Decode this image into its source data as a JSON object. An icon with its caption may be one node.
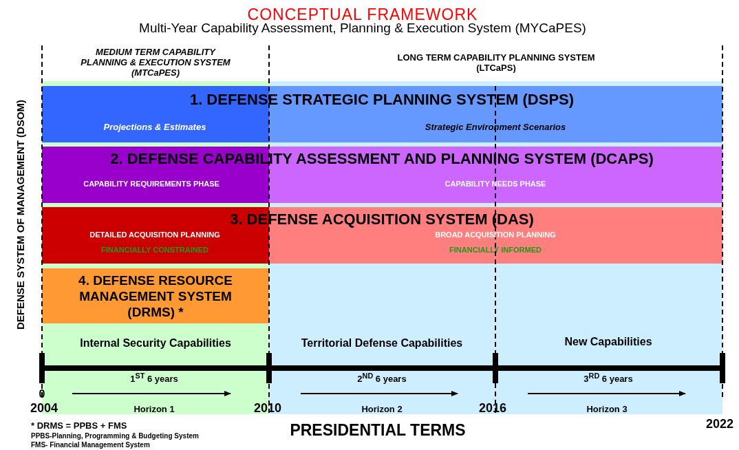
{
  "diagram": {
    "title": "CONCEPTUAL FRAMEWORK",
    "nodes": [
      {
        "text": [
          "MEDIUM TERM CAPABILITY PLANNING & EXECUTION SYSTEM (MTCaPES)"
        ]
      },
      {
        "text": [
          "LONG TERM CAPABILITY PLANNING SYSTEM (LTCaPS)"
        ]
      },
      {
        "text": [
          "1. DEFENSE STRATEGIC PLANNING SYSTEM (DSPS)",
          "Projections & Estimates",
          "Strategic Environment Scenarios"
        ]
      },
      {
        "text": [
          "2. DEFENSE CAPABILITY ASSESSMENT AND PLANNING SYSTEM (DCAPS)",
          "CAPABILITY REQUIREMENTS PHASE",
          "CAPABILITY NEEDS PHASE"
        ]
      },
      {
        "text": [
          "3. DEFENSE ACQUISITION SYSTEM (DAS)",
          "DETAILED ACQUISITION PLANNING",
          "FINANCIALLY CONSTRAINED",
          "BROAD ACQUISITION PLANNING",
          "FINANCIALLY INFORMED"
        ]
      },
      {
        "text": [
          "4. DEFENSE RESOURCE MANAGEMENT SYSTEM (DRMS) *"
        ]
      }
    ],
    "edges": [],
    "labels": [
      "Multi-Year Capability Assessment, Planning & Execution System (MYCaPES)",
      "DEFENSE SYSTEM OF MANAGEMENT (DSOM)",
      "Internal Security Capabilities",
      "Territorial Defense Capabilities",
      "New Capabilities",
      "1$^{ST}$ 6 years",
      "2$^{ND}$ 6 years",
      "3$^{RD}$ 6 years",
      "0",
      "2004",
      "Horizon 1",
      "2010",
      "Horizon 2",
      "2016",
      "Horizon 3",
      "2022",
      "* DRMS = PPBS + FMS",
      "PPBS-Planning, Programming & Budgeting System",
      "FMS- Financial Management System",
      "PRESIDENTIAL TERMS"
    ]
  }
}
